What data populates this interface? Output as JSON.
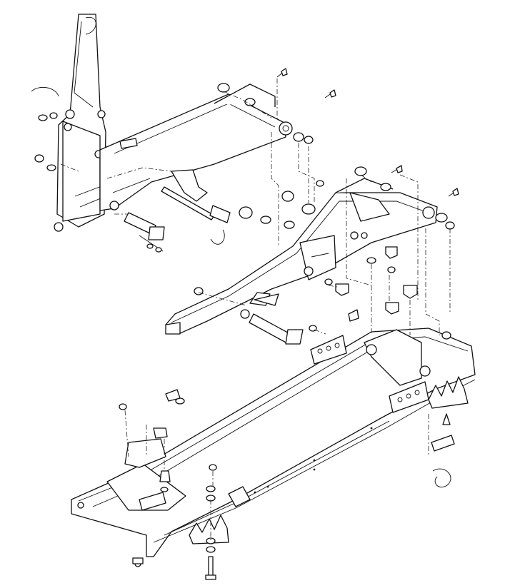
{
  "diagram": {
    "line_color": "#111111",
    "background": "#ffffff",
    "style": "exploded-view line drawing",
    "components": [
      "hitch-plate",
      "upper-arm",
      "middle-arm",
      "lower-frame",
      "hydraulic-pin",
      "fastener-stack"
    ]
  }
}
